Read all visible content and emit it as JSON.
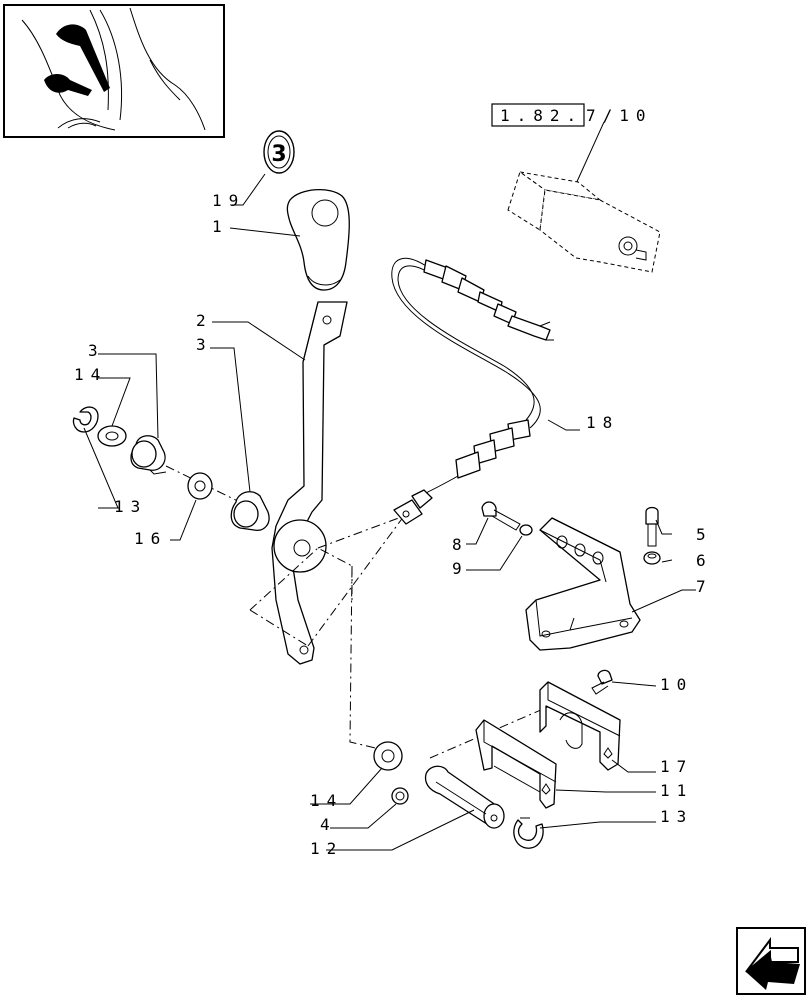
{
  "reference": {
    "boxed": "1.82.",
    "suffix": "7/10"
  },
  "callout_badge": "3",
  "labels": {
    "l1": "1",
    "l2": "2",
    "l3a": "3",
    "l3b": "3",
    "l4": "4",
    "l5": "5",
    "l6": "6",
    "l7": "7",
    "l8": "8",
    "l9": "9",
    "l10": "10",
    "l11": "11",
    "l12": "12",
    "l13a": "13",
    "l13b": "13",
    "l14a": "14",
    "l14b": "14",
    "l16": "16",
    "l17": "17",
    "l18": "18",
    "l19": "19"
  },
  "icons": {
    "thumbnail": "tractor-cab-lever-thumbnail",
    "nav": "next-page-arrow-icon"
  }
}
